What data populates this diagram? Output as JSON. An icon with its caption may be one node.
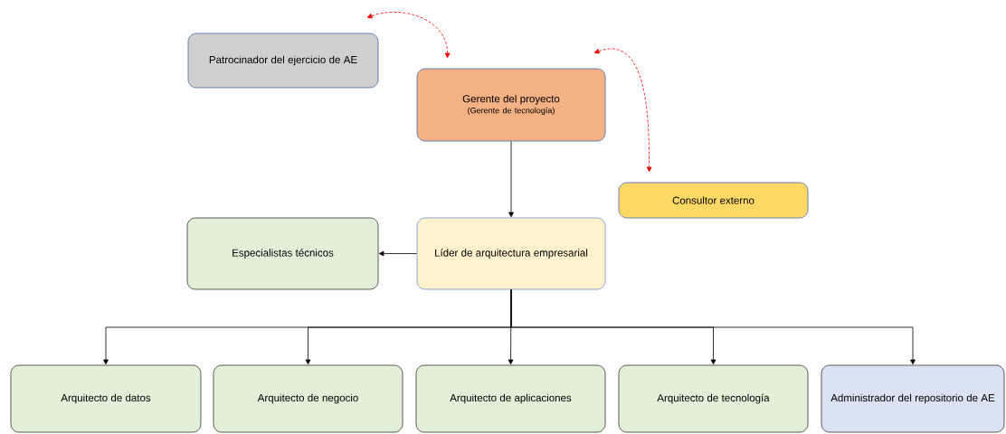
{
  "diagram": {
    "nodes": [
      {
        "text": [
          "Patrocinador del ejercicio de AE"
        ]
      },
      {
        "text": [
          "Gerente del proyecto",
          "(Gerente de tecnología)"
        ]
      },
      {
        "text": [
          "Consultor externo"
        ]
      },
      {
        "text": [
          "Especialistas técnicos"
        ]
      },
      {
        "text": [
          "Líder de arquitectura empresarial"
        ]
      },
      {
        "text": [
          "Arquitecto de datos"
        ]
      },
      {
        "text": [
          "Arquitecto de negocio"
        ]
      },
      {
        "text": [
          "Arquitecto de aplicaciones"
        ]
      },
      {
        "text": [
          "Arquitecto de tecnología"
        ]
      },
      {
        "text": [
          "Administrador del repositorio de AE"
        ]
      }
    ],
    "edges": [
      {
        "from": 0,
        "to": 1,
        "arrow": "both",
        "style": "dashed",
        "color": "#ff0000"
      },
      {
        "from": 1,
        "to": 2,
        "arrow": "both",
        "style": "dashed",
        "color": "#ff0000"
      },
      {
        "from": 1,
        "to": 4,
        "arrow": "to"
      },
      {
        "from": 4,
        "to": 3,
        "arrow": "to"
      },
      {
        "from": 4,
        "to": 5,
        "arrow": "to"
      },
      {
        "from": 4,
        "to": 6,
        "arrow": "to"
      },
      {
        "from": 4,
        "to": 7,
        "arrow": "to"
      },
      {
        "from": 4,
        "to": 8,
        "arrow": "to"
      },
      {
        "from": 4,
        "to": 9,
        "arrow": "to"
      }
    ]
  }
}
